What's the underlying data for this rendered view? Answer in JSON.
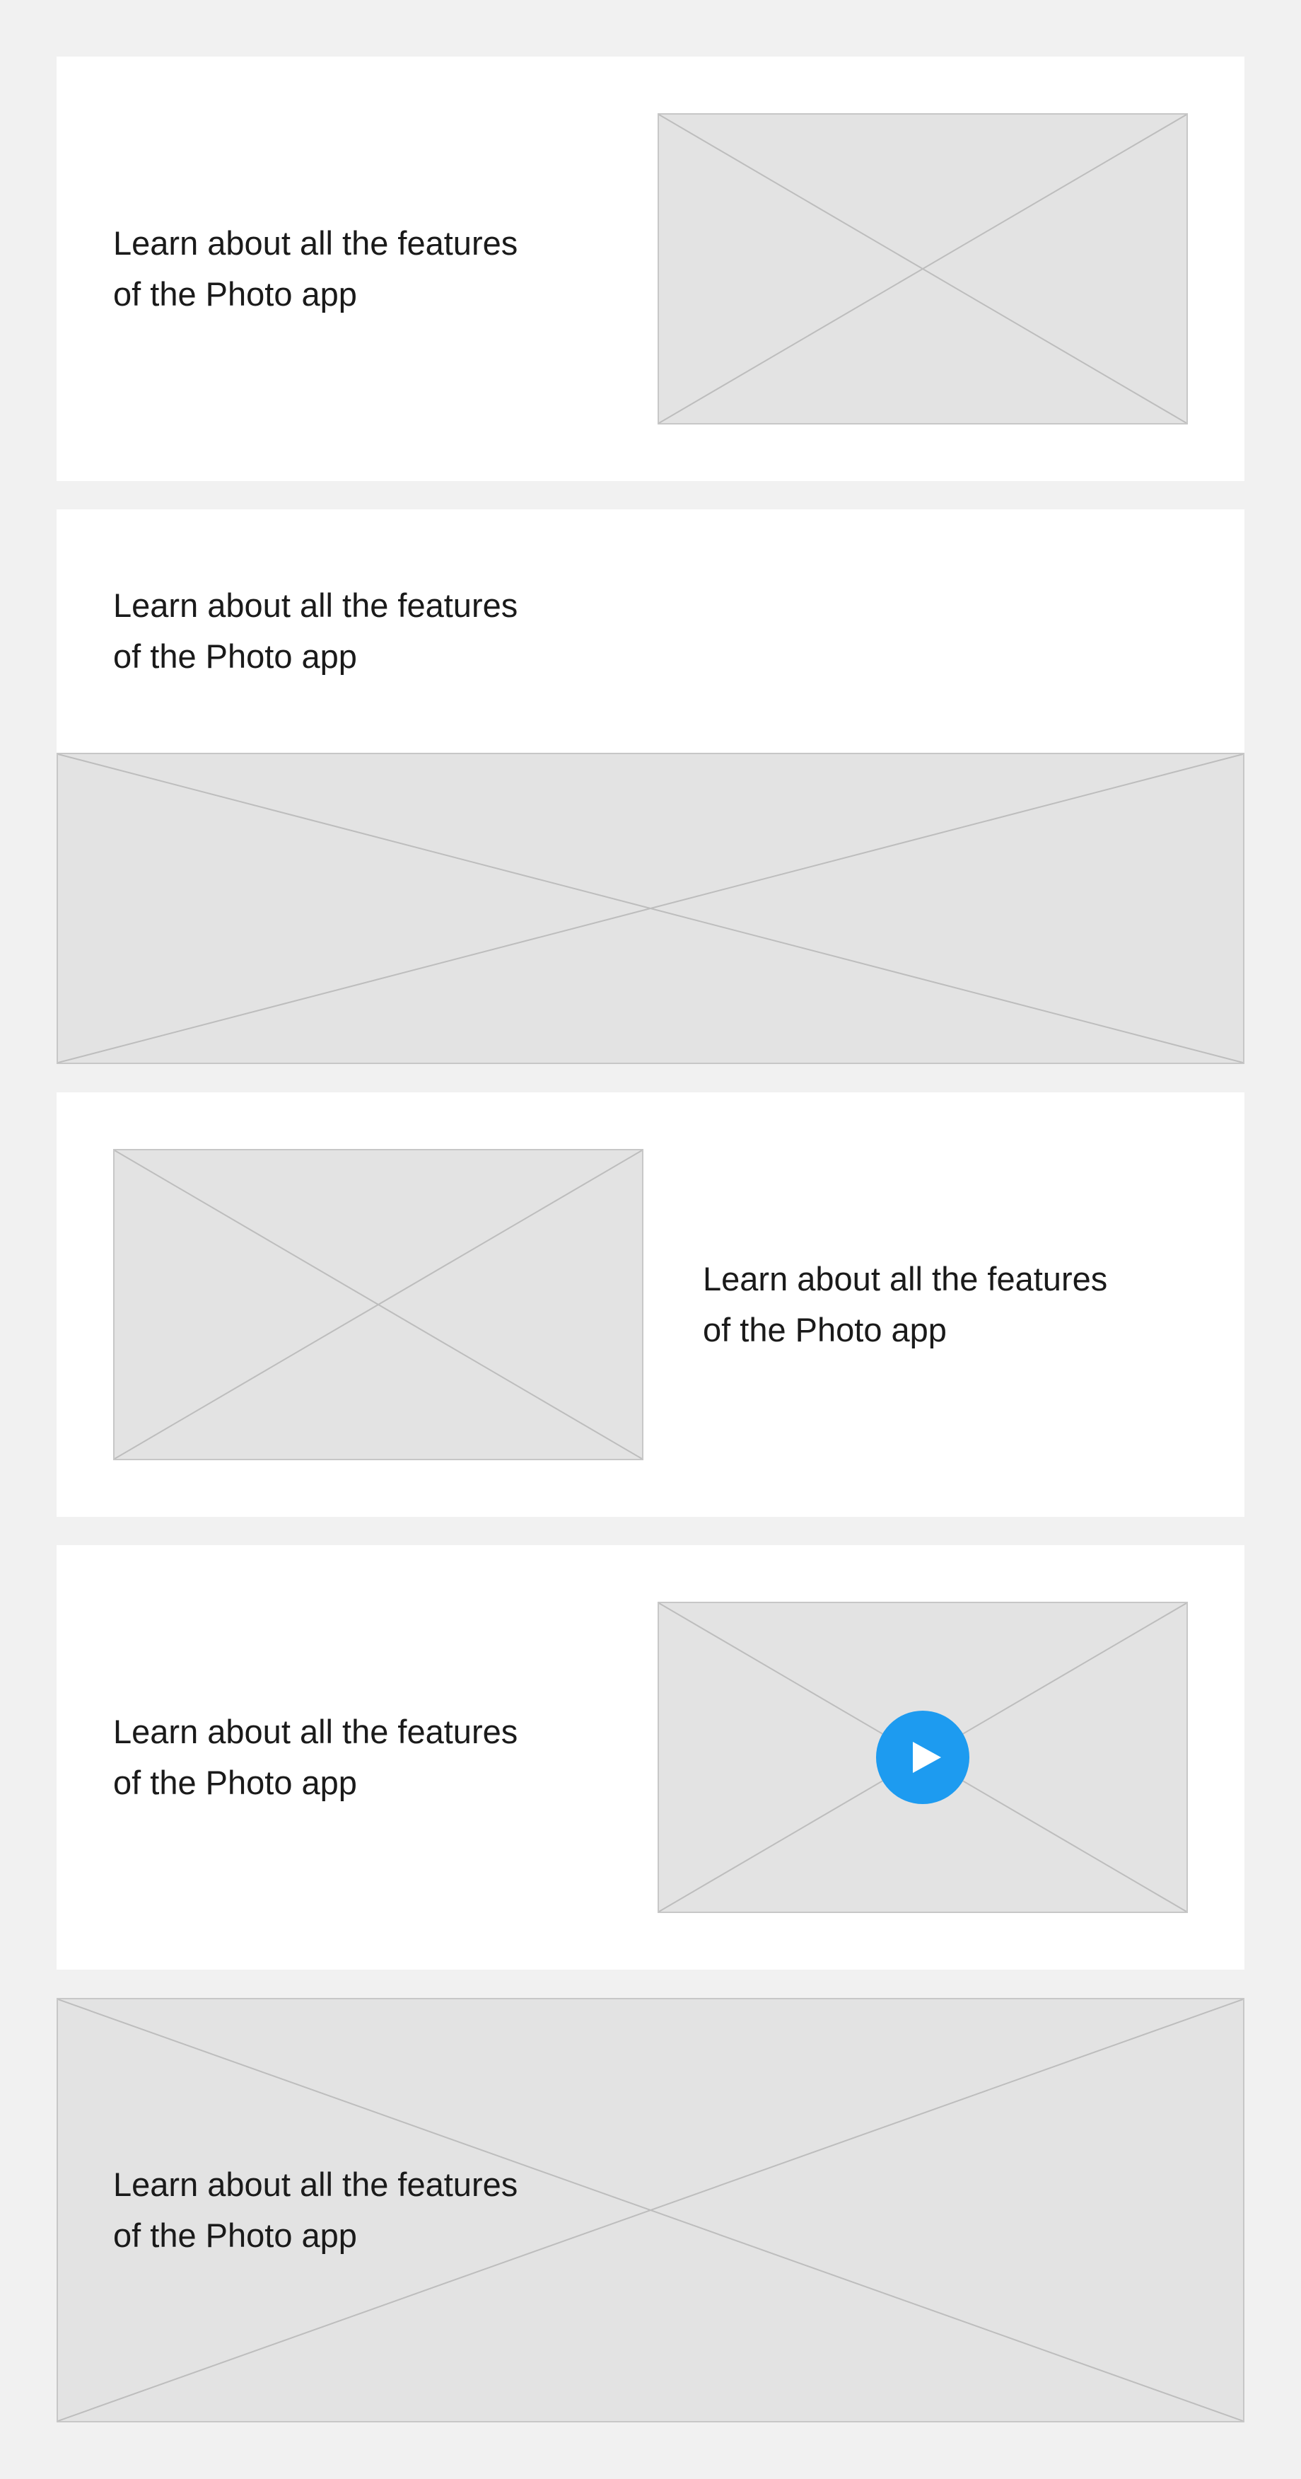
{
  "cards": [
    {
      "text": "Learn about all the features\nof the Photo app",
      "image": "image-placeholder"
    },
    {
      "text": "Learn about all the features\nof the Photo app",
      "image": "image-placeholder"
    },
    {
      "text": "Learn about all the features\nof the Photo app",
      "image": "image-placeholder"
    },
    {
      "text": "Learn about all the features\nof the Photo app",
      "image": "video-placeholder",
      "icon": "play-icon",
      "icon_color": "#1d9bf0"
    },
    {
      "text": "Learn about all the features\nof the Photo app",
      "image": "background-image-placeholder"
    }
  ],
  "colors": {
    "page_background": "#f1f1f1",
    "card_background": "#ffffff",
    "placeholder_fill": "#e3e3e3",
    "placeholder_stroke": "#c7c7c7",
    "text": "#1a1a1a",
    "accent": "#1d9bf0"
  }
}
